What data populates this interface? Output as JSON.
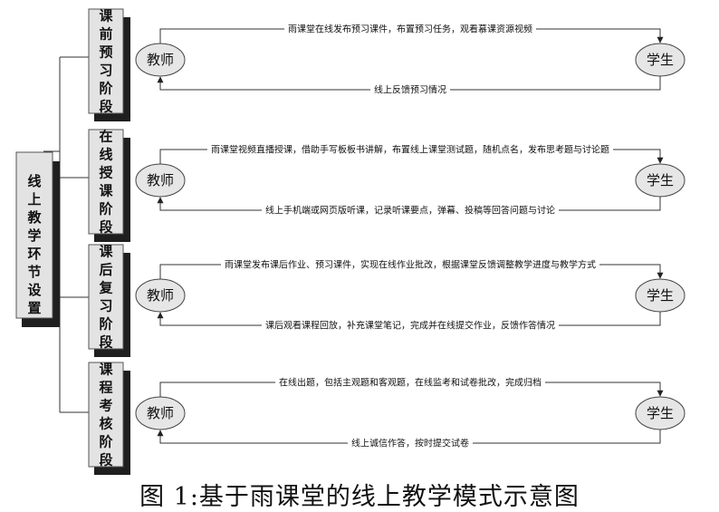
{
  "root_label": "线上教学环节设置",
  "stages": [
    {
      "label": "课前预习阶段",
      "teacher": "教师",
      "student": "学生",
      "top_text": "雨课堂在线发布预习课件，布置预习任务，观看慕课资源视频",
      "bottom_text": "线上反馈预习情况"
    },
    {
      "label": "在线授课阶段",
      "teacher": "教师",
      "student": "学生",
      "top_text": "雨课堂视频直播授课，借助手写板板书讲解，布置线上课堂测试题，随机点名，发布思考题与讨论题",
      "bottom_text": "线上手机端或网页版听课，记录听课要点，弹幕、投稿等回答问题与讨论"
    },
    {
      "label": "课后复习阶段",
      "teacher": "教师",
      "student": "学生",
      "top_text": "雨课堂发布课后作业、预习课件，实现在线作业批改，根据课堂反馈调整教学进度与教学方式",
      "bottom_text": "课后观看课程回放，补充课堂笔记，完成并在线提交作业，反馈作答情况"
    },
    {
      "label": "课程考核阶段",
      "teacher": "教师",
      "student": "学生",
      "top_text": "在线出题，包括主观题和客观题，在线监考和试卷批改，完成归档",
      "bottom_text": "线上诚信作答，按时提交试卷"
    }
  ],
  "caption": "图 1:基于雨课堂的线上教学模式示意图"
}
